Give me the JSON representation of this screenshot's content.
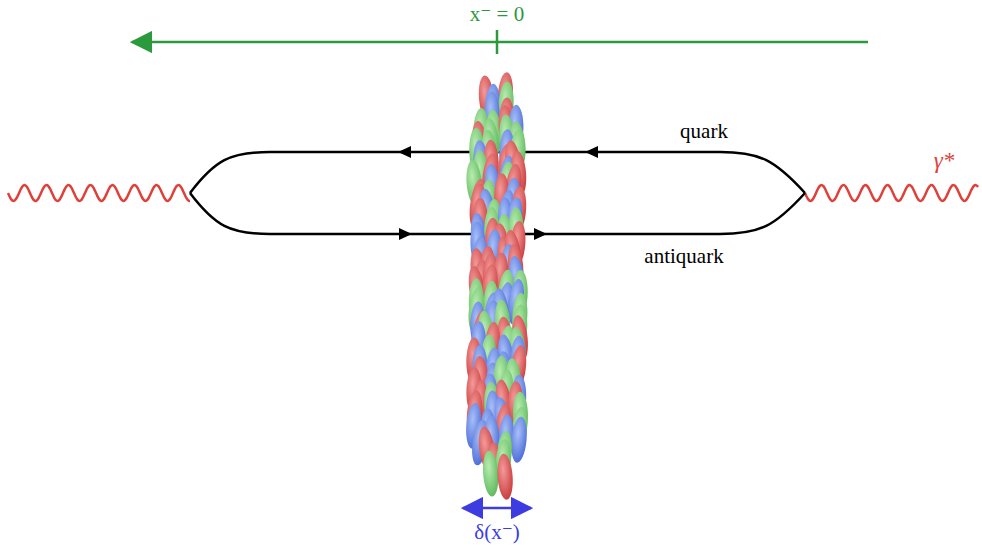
{
  "diagram": {
    "labels": [
      "x⁻ = 0",
      "quark",
      "antiquark",
      "γ*",
      "δ(x⁻)"
    ]
  }
}
